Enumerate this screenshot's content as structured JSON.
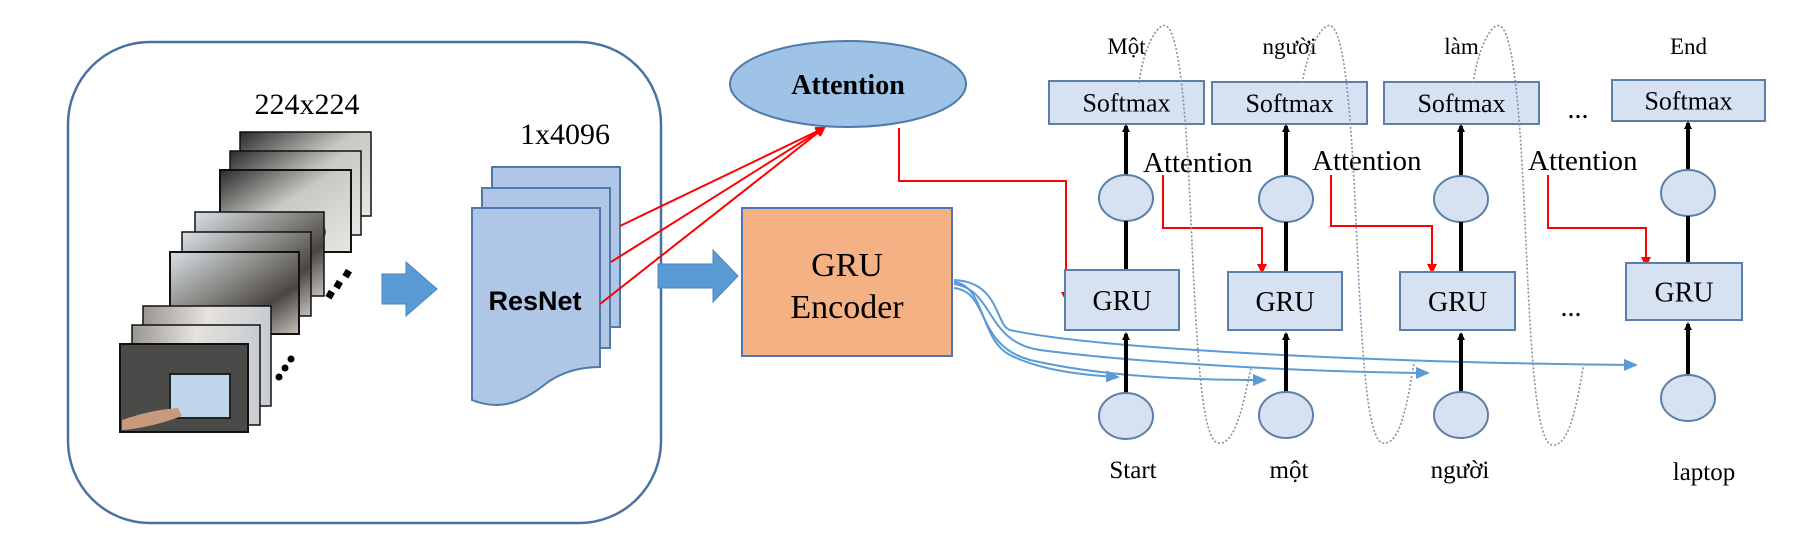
{
  "diagram": {
    "type": "video-captioning-architecture",
    "encoder_panel": {
      "frame_size_label": "224x224",
      "feature_size_label": "1x4096",
      "cnn_label": "ResNet",
      "frame_groups": 3,
      "frames_per_group": 3
    },
    "attention_node": {
      "label": "Attention"
    },
    "encoder": {
      "label_line1": "GRU",
      "label_line2": "Encoder"
    },
    "decoder": {
      "steps": [
        {
          "output_word": "Một",
          "softmax_label": "Softmax",
          "gru_label": "GRU",
          "input_word": "Start",
          "attention_label": "Attention"
        },
        {
          "output_word": "người",
          "softmax_label": "Softmax",
          "gru_label": "GRU",
          "input_word": "một",
          "attention_label": "Attention"
        },
        {
          "output_word": "làm",
          "softmax_label": "Softmax",
          "gru_label": "GRU",
          "input_word": "người",
          "attention_label": "Attention"
        },
        {
          "output_word": "End",
          "softmax_label": "Softmax",
          "gru_label": "GRU",
          "input_word": "laptop",
          "attention_label": ""
        }
      ],
      "ellipsis": "..."
    },
    "colors": {
      "panel_border": "#4a72a0",
      "resnet_fill": "#b0c6e6",
      "resnet_stroke": "#4f7aab",
      "arrow_fill": "#5b9bd5",
      "attention_fill": "#9fc3e6",
      "encoder_fill": "#f4b183",
      "encoder_stroke": "#4f74b8",
      "decoder_box_fill": "#d6e2f2",
      "decoder_box_stroke": "#5b7fa8",
      "red_line": "#ff0000",
      "blue_line": "#5b9bd5",
      "dotted_loop": "#7a94ad"
    }
  }
}
